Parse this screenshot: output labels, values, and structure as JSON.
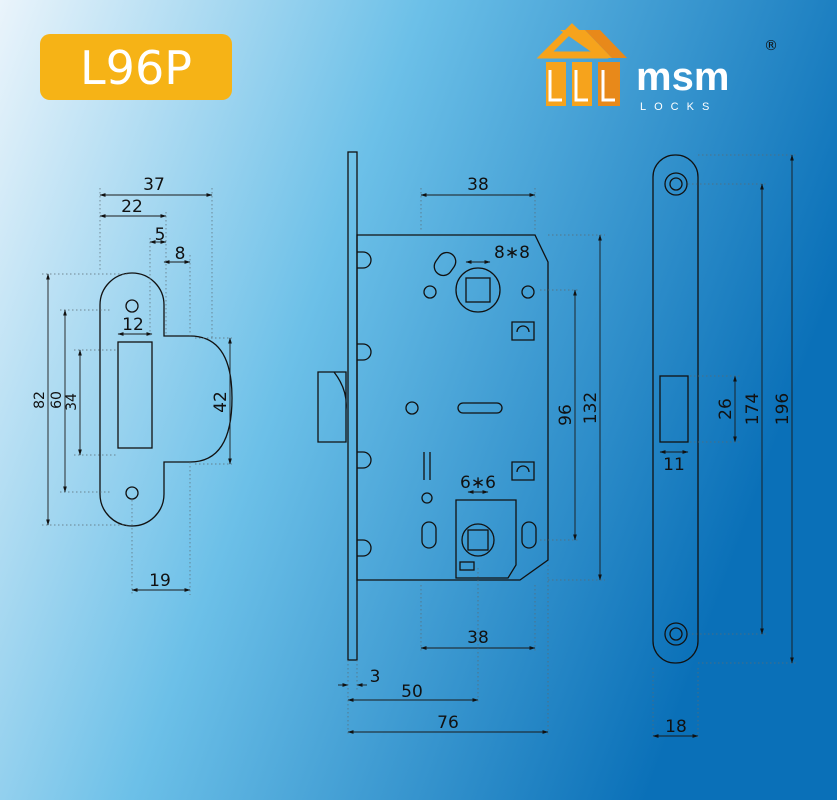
{
  "model": "L96P",
  "brand": {
    "name": "msm",
    "subtitle": "LOCKS",
    "registered": "®",
    "logo_colors": {
      "primary": "#f6a31c",
      "secondary": "#e8891a"
    }
  },
  "colors": {
    "background_left": "#eaf4fb",
    "background_mid": "#6cc0e8",
    "background_right": "#0a70b8",
    "badge": "#f6b316",
    "line": "#111111"
  },
  "strike_plate": {
    "dims": {
      "w37": "37",
      "w22": "22",
      "w5": "5",
      "w8": "8",
      "w12": "12",
      "w19": "19",
      "h82": "82",
      "h60": "60",
      "h34": "34",
      "h42": "42"
    }
  },
  "lock_body": {
    "dims": {
      "top38": "38",
      "spindle": "8∗8",
      "bottom_spindle": "6∗6",
      "h96": "96",
      "h132": "132",
      "bottom38": "38",
      "w3": "3",
      "w50": "50",
      "w76": "76"
    }
  },
  "faceplate": {
    "dims": {
      "h26": "26",
      "h174": "174",
      "h196": "196",
      "w11": "11",
      "w18": "18"
    }
  }
}
